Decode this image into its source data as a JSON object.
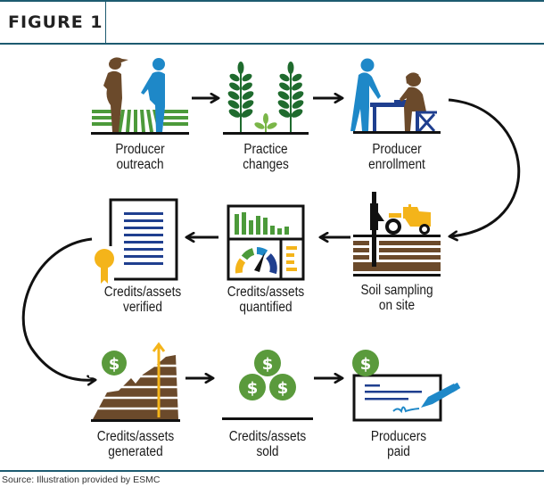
{
  "figure": {
    "title": "FIGURE 1",
    "source": "Source: Illustration provided by ESMC"
  },
  "colors": {
    "rule": "#1d5b70",
    "brown": "#6b4a2b",
    "blue": "#1e88c8",
    "navy": "#1f3f8f",
    "green_dark": "#1f6b2e",
    "green_mid": "#4c9a3a",
    "green_light": "#7ab648",
    "coin_green": "#5a9a3c",
    "gold": "#f4b41a",
    "black": "#111111"
  },
  "steps": [
    {
      "id": "producer-outreach",
      "line1": "Producer",
      "line2": "outreach",
      "icon": "people-in-field-icon"
    },
    {
      "id": "practice-changes",
      "line1": "Practice",
      "line2": "changes",
      "icon": "wheat-plants-icon"
    },
    {
      "id": "producer-enrollment",
      "line1": "Producer",
      "line2": "enrollment",
      "icon": "enrollment-desk-icon"
    },
    {
      "id": "soil-sampling",
      "line1": "Soil sampling",
      "line2": "on site",
      "icon": "soil-tractor-icon"
    },
    {
      "id": "credits-quantified",
      "line1": "Credits/assets",
      "line2": "quantified",
      "icon": "dashboard-icon"
    },
    {
      "id": "credits-verified",
      "line1": "Credits/assets",
      "line2": "verified",
      "icon": "certificate-icon"
    },
    {
      "id": "credits-generated",
      "line1": "Credits/assets",
      "line2": "generated",
      "icon": "soil-growth-icon"
    },
    {
      "id": "credits-sold",
      "line1": "Credits/assets",
      "line2": "sold",
      "icon": "coins-stack-icon"
    },
    {
      "id": "producers-paid",
      "line1": "Producers",
      "line2": "paid",
      "icon": "check-signing-icon"
    }
  ],
  "flow": [
    "producer-outreach",
    "practice-changes",
    "producer-enrollment",
    "soil-sampling",
    "credits-quantified",
    "credits-verified",
    "credits-generated",
    "credits-sold",
    "producers-paid"
  ],
  "coin_symbol": "$"
}
